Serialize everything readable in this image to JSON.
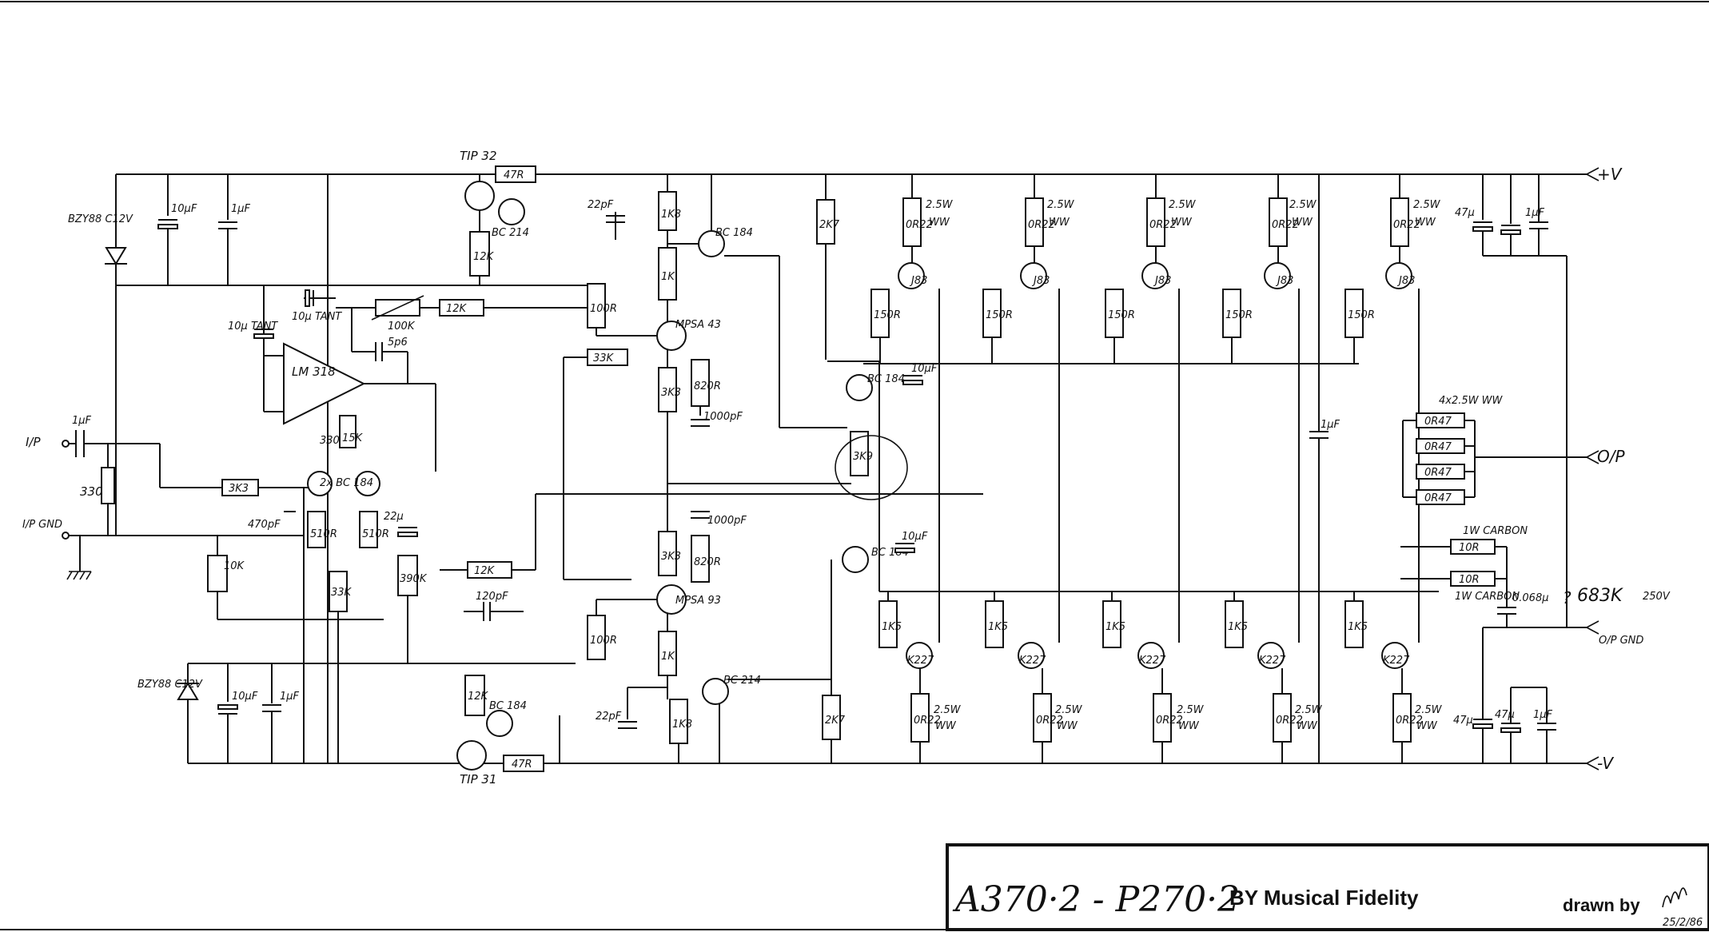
{
  "title_block": {
    "title": "A370·2 - P270·2",
    "subtitle": "BY Musical Fidelity",
    "drawn_by": "drawn by",
    "date": "25/2/86"
  },
  "rails": {
    "positive": "+V",
    "negative": "-V"
  },
  "io": {
    "input": "I/P",
    "input_gnd": "I/P GND",
    "output": "O/P",
    "output_gnd": "O/P GND"
  },
  "front_end": {
    "opamp": "LM 318",
    "zener_top": "BZY88 C12V",
    "zener_bottom": "BZY88 C12V",
    "reg_top": "TIP 32",
    "reg_bottom": "TIP 31",
    "driver_top": "BC 214",
    "driver_bottom": "BC 184",
    "pair": "2x BC 184",
    "vas_top": "MPSA 43",
    "vas_bottom": "MPSA 93",
    "bias_top": "BC 184",
    "bias_bottom": "BC 184",
    "dr_top": "BC 184",
    "dr_bottom": "BC 214"
  },
  "values": {
    "r_47r": "47R",
    "r_12k": "12K",
    "r_33k": "33K",
    "r_1k8": "1K8",
    "r_1k": "1K",
    "r_3k3": "3K3",
    "r_820r": "820R",
    "r_100r": "100R",
    "r_100k": "100K",
    "r_330": "330",
    "r_10k": "10K",
    "r_510r": "510R",
    "r_15k": "15K",
    "r_390k": "390K",
    "r_2k7": "2K7",
    "r_3k9": "3K9",
    "r_150r": "150R",
    "r_1k5": "1K5",
    "r_0r22": "0R22",
    "r_10r": "10R",
    "r_0r47": "0R47",
    "c_10u": "10µF",
    "c_1u": "1µF",
    "c_22p": "22pF",
    "c_1000p": "1000pF",
    "c_10tant": "10µ TANT",
    "c_5p6": "5p6",
    "c_470p": "470pF",
    "c_22u": "22µ",
    "c_120p": "120pF",
    "c_47u": "47µ",
    "c_330": "330",
    "c_068": "0.068µ",
    "c_683k": "683K",
    "v_250": "250V",
    "fet_n": "J83",
    "fet_p": "K227",
    "w25": "2.5W",
    "ww": "WW",
    "out_note": "4x2.5W WW",
    "carbon": "1W CARBON",
    "p_note": "?"
  }
}
